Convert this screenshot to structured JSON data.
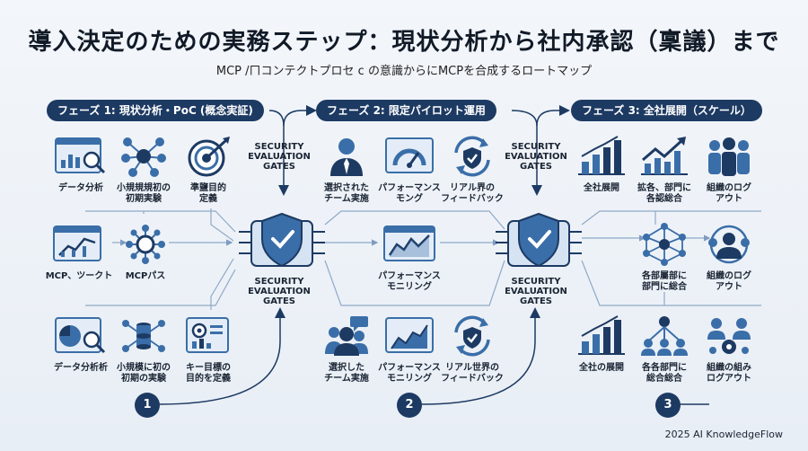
{
  "title": "導入決定のための実務ステップ：現状分析から社内承認（稟議）まで",
  "subtitle": "MCP /ㄇコンテクトプロセ c の意識からにMCPを合成するロートマップ",
  "phases": [
    {
      "label": "フェーズ 1: 現状分析・PoC (概念実証)"
    },
    {
      "label": "フェーズ 2: 限定パイロット運用"
    },
    {
      "label": "フェーズ 3: 全社展開（スケール）"
    }
  ],
  "gate_label": "SECURITY\nEVALUATION\nGATES",
  "numbers": [
    "1",
    "2",
    "3"
  ],
  "nodes": {
    "p1r1": [
      "データ分析",
      "小規規規初の\n初期実験",
      "準鹽目的\n定義"
    ],
    "p1r2": [
      "MCP、ツークト",
      "MCPパス"
    ],
    "p1r3": [
      "データ分析析",
      "小規模に初の\n初期の実験",
      "キー目標の\n目的を定義"
    ],
    "p2r1": [
      "選択された\nチーム実施",
      "パフォーマンス\nモング",
      "リアル界の\nフィードバック"
    ],
    "p2r2": [
      "パフォーマンス\nモニリング"
    ],
    "p2r3": [
      "選択した\nチーム実施",
      "パフォーマンス\nモニリング",
      "リアル世界の\nフィードバック"
    ],
    "p3r1": [
      "全社展開",
      "拡各、部門に\n各認総合",
      "組織のログ\nアウト"
    ],
    "p3r2": [
      "各部屬部に\n部門に総合",
      "組織のログ\nアウト"
    ],
    "p3r3": [
      "全社の展開",
      "各各部門に\n総合総合",
      "組織の組み\nログアウト"
    ]
  },
  "colors": {
    "navy": "#1d3a63",
    "blue": "#3a6ea8",
    "light": "#c9daee",
    "line": "#8fa9c8"
  },
  "copyright": "2025 AI KnowledgeFlow"
}
